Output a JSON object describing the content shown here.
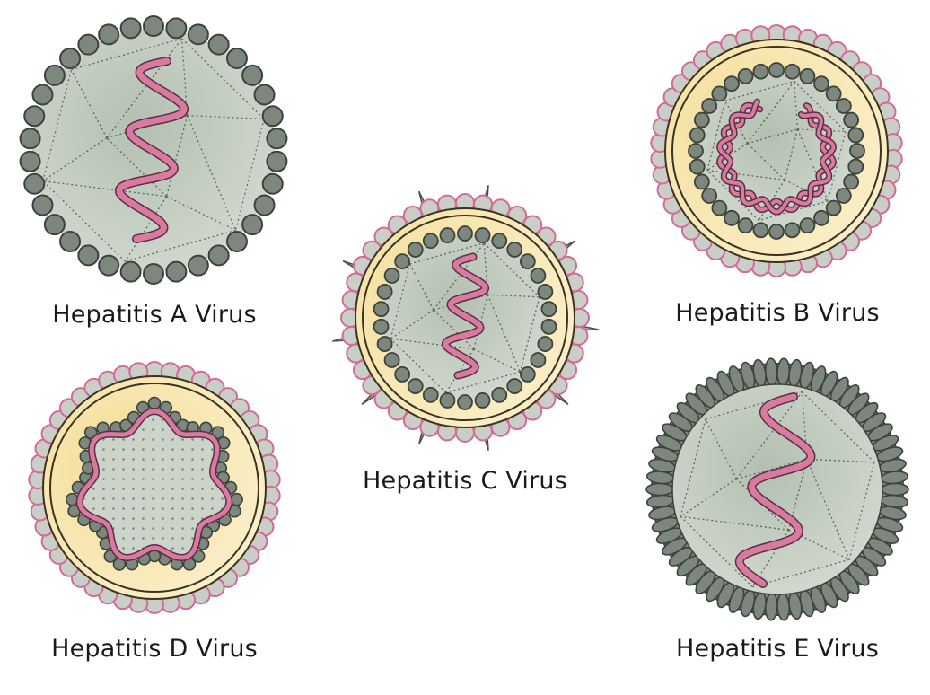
{
  "viruses": [
    {
      "id": "a",
      "label": "Hepatitis A Virus"
    },
    {
      "id": "b",
      "label": "Hepatitis B Virus"
    },
    {
      "id": "c",
      "label": "Hepatitis C Virus"
    },
    {
      "id": "d",
      "label": "Hepatitis D Virus"
    },
    {
      "id": "e",
      "label": "Hepatitis E Virus"
    }
  ],
  "colors": {
    "capsid_fill": "#c4cdc1",
    "capsid_bead": "#7d877e",
    "bead_stroke": "#3b433c",
    "rna": "#d97aa0",
    "rna_stroke": "#5a2e43",
    "envelope": "#f1dca1",
    "envelope_outer_bead": "#c9cfc7",
    "envelope_bead_stroke": "#d46a98",
    "spike": "#a7aca6"
  }
}
